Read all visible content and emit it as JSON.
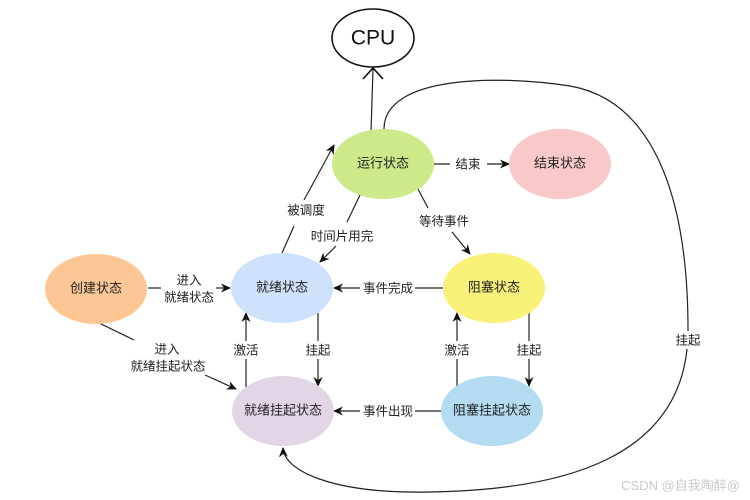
{
  "diagram": {
    "title": "进程状态转换图",
    "nodes": {
      "cpu": {
        "label": "CPU",
        "fill": "#ffffff",
        "stroke": "#111111"
      },
      "running": {
        "label": "运行状态",
        "fill": "#cde98a"
      },
      "terminated": {
        "label": "结束状态",
        "fill": "#f9c9c9"
      },
      "created": {
        "label": "创建状态",
        "fill": "#fcc795"
      },
      "ready": {
        "label": "就绪状态",
        "fill": "#cfe2fb"
      },
      "blocked": {
        "label": "阻塞状态",
        "fill": "#f8f27a"
      },
      "ready_suspended": {
        "label": "就绪挂起状态",
        "fill": "#e2d6e6"
      },
      "blocked_suspended": {
        "label": "阻塞挂起状态",
        "fill": "#b3dbf1"
      }
    },
    "edges": [
      {
        "id": "running-cpu",
        "from": "running",
        "to": "cpu",
        "label": ""
      },
      {
        "id": "running-terminated",
        "from": "running",
        "to": "terminated",
        "label": "结束"
      },
      {
        "id": "ready-running",
        "from": "ready",
        "to": "running",
        "label": "被调度"
      },
      {
        "id": "running-ready",
        "from": "running",
        "to": "ready",
        "label": "时间片用完"
      },
      {
        "id": "running-blocked",
        "from": "running",
        "to": "blocked",
        "label": "等待事件"
      },
      {
        "id": "created-ready",
        "from": "created",
        "to": "ready",
        "label_line1": "进入",
        "label_line2": "就绪状态"
      },
      {
        "id": "created-ready-suspended",
        "from": "created",
        "to": "ready_suspended",
        "label_line1": "进入",
        "label_line2": "就绪挂起状态"
      },
      {
        "id": "blocked-ready",
        "from": "blocked",
        "to": "ready",
        "label": "事件完成"
      },
      {
        "id": "ready-suspended-ready",
        "from": "ready_suspended",
        "to": "ready",
        "label": "激活"
      },
      {
        "id": "ready-ready-suspended",
        "from": "ready",
        "to": "ready_suspended",
        "label": "挂起"
      },
      {
        "id": "blocked-suspended-blocked",
        "from": "blocked_suspended",
        "to": "blocked",
        "label": "激活"
      },
      {
        "id": "blocked-blocked-suspended",
        "from": "blocked",
        "to": "blocked_suspended",
        "label": "挂起"
      },
      {
        "id": "blocked-suspended-ready-suspended",
        "from": "blocked_suspended",
        "to": "ready_suspended",
        "label": "事件出现"
      },
      {
        "id": "running-ready-suspended",
        "from": "running",
        "to": "ready_suspended",
        "label": "挂起"
      }
    ]
  },
  "watermark": "CSDN @自我陶醉@"
}
